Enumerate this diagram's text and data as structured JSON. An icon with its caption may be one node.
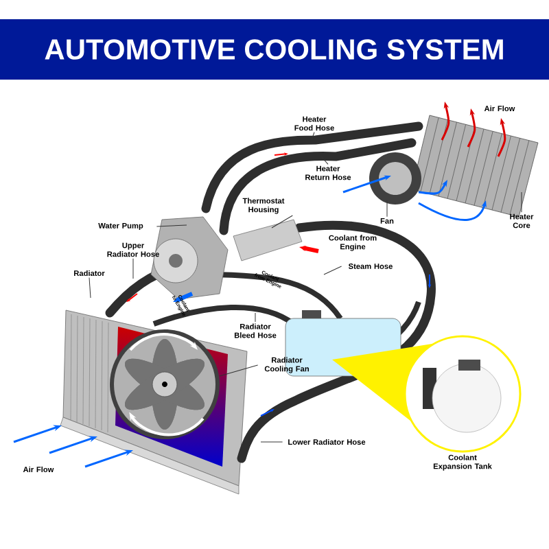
{
  "diagram": {
    "title": "AUTOMOTIVE COOLING SYSTEM",
    "nodes": [
      {
        "text": [
          "Heater Food Hose"
        ]
      },
      {
        "text": [
          "Heater Return Hose"
        ]
      },
      {
        "text": [
          "Air Flow"
        ]
      },
      {
        "text": [
          "Thermostat Housing"
        ]
      },
      {
        "text": [
          "Water Pump"
        ]
      },
      {
        "text": [
          "Upper Radiator Hose"
        ]
      },
      {
        "text": [
          "Radiator"
        ]
      },
      {
        "text": [
          "Coolant from Engine"
        ]
      },
      {
        "text": [
          "Fan"
        ]
      },
      {
        "text": [
          "Heater Core"
        ]
      },
      {
        "text": [
          "Steam Hose"
        ]
      },
      {
        "text": [
          "Radiator Bleed Hose"
        ]
      },
      {
        "text": [
          "Radiator Cooling Fan"
        ]
      },
      {
        "text": [
          "Lower Radiator Hose"
        ]
      },
      {
        "text": [
          "Coolant Expansion Tank"
        ]
      },
      {
        "text": [
          "Air Flow"
        ]
      }
    ],
    "edges": [
      {
        "from": 0,
        "to": null,
        "arrow": "none"
      },
      {
        "from": 1,
        "to": null,
        "arrow": "none"
      },
      {
        "from": 3,
        "to": null,
        "arrow": "none"
      },
      {
        "from": 4,
        "to": null,
        "arrow": "none"
      },
      {
        "from": 5,
        "to": null,
        "arrow": "none"
      },
      {
        "from": 6,
        "to": null,
        "arrow": "none"
      },
      {
        "from": 8,
        "to": null,
        "arrow": "none"
      },
      {
        "from": 9,
        "to": null,
        "arrow": "none"
      },
      {
        "from": 10,
        "to": null,
        "arrow": "none"
      },
      {
        "from": 11,
        "to": null,
        "arrow": "none"
      },
      {
        "from": 12,
        "to": null,
        "arrow": "none"
      },
      {
        "from": 13,
        "to": null,
        "arrow": "none"
      }
    ],
    "labels": [
      "Coolant from Engine",
      "Coolant to Engine"
    ]
  }
}
